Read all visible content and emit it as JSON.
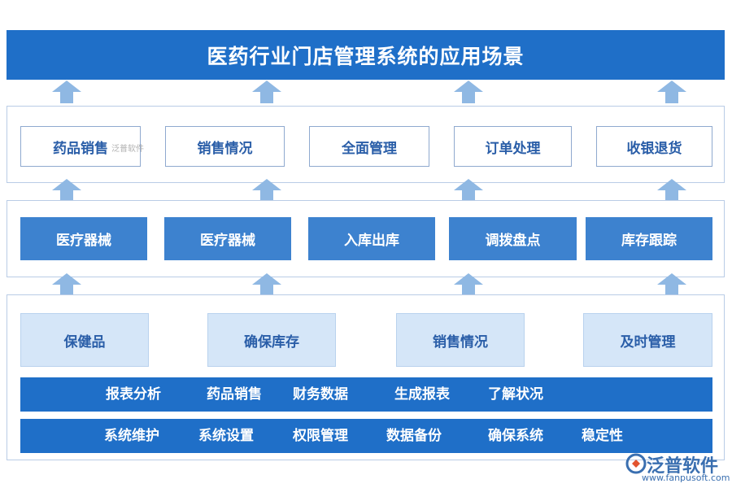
{
  "title": "医药行业门店管理系统的应用场景",
  "row_top": [
    "药品销售",
    "销售情况",
    "全面管理",
    "订单处理",
    "收银退货"
  ],
  "row_mid": [
    "医疗器械",
    "医疗器械",
    "入库出库",
    "调拨盘点",
    "库存跟踪"
  ],
  "row_light": [
    "保健品",
    "确保库存",
    "销售情况",
    "及时管理"
  ],
  "band1": [
    "报表分析",
    "药品销售",
    "财务数据",
    "生成报表",
    "了解状况"
  ],
  "band2": [
    "系统维护",
    "系统设置",
    "权限管理",
    "数据备份",
    "确保系统",
    "稳定性"
  ],
  "logo": {
    "name": "泛普软件",
    "url": "www.fanpusoft.com",
    "watermark": "泛普软件"
  },
  "colors": {
    "primary": "#1f6fc8",
    "mid": "#3d82cf",
    "light": "#d5e6f8",
    "arrow": "#8fb8e3"
  }
}
